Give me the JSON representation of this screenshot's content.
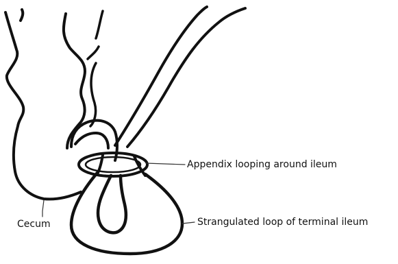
{
  "labels": {
    "appendix": "Appendix looping around ileum",
    "strangulated": "Strangulated loop of terminal ileum",
    "cecum": "Cecum"
  },
  "colors": {
    "ink": "#111111",
    "leader": "#333333",
    "background": "#ffffff"
  }
}
